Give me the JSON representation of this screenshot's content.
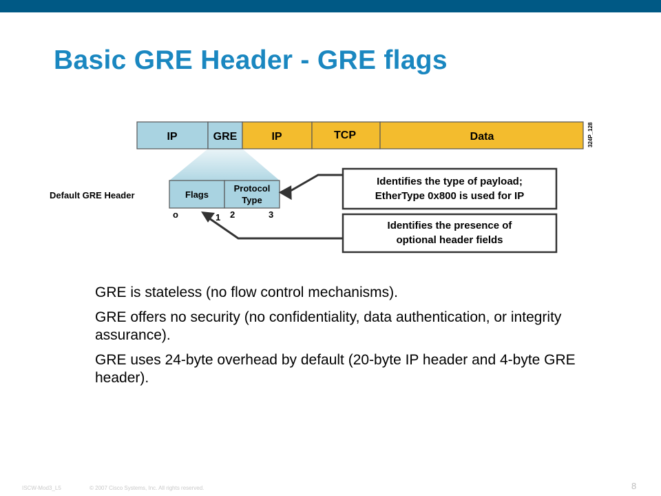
{
  "title": "Basic GRE Header - GRE flags",
  "diagram": {
    "packet_fields": [
      "IP",
      "GRE",
      "IP",
      "TCP",
      "Data"
    ],
    "figure_id": "324P_128",
    "header_label": "Default GRE Header",
    "header_fields": [
      "Flags",
      "Protocol Type"
    ],
    "bit_labels": [
      "o",
      "1",
      "2",
      "3"
    ],
    "callout_payload": [
      "Identifies the type of payload;",
      "EtherType 0x800 is used for IP"
    ],
    "callout_flags": [
      "Identifies the presence of",
      "optional header fields"
    ],
    "colors": {
      "gre_blue": "#a9d3e1",
      "payload_yellow": "#f3bc2e",
      "header_bar": "#005985",
      "title_blue": "#1a87c0"
    }
  },
  "bullets": [
    "GRE is stateless (no flow control mechanisms).",
    "GRE offers no security (no confidentiality, data authentication, or integrity assurance).",
    "GRE uses 24-byte overhead by default (20-byte IP header and 4-byte GRE header)."
  ],
  "footer": {
    "course": "ISCW-Mod3_L5",
    "copyright": "© 2007 Cisco Systems, Inc. All rights reserved.",
    "page": "8"
  }
}
